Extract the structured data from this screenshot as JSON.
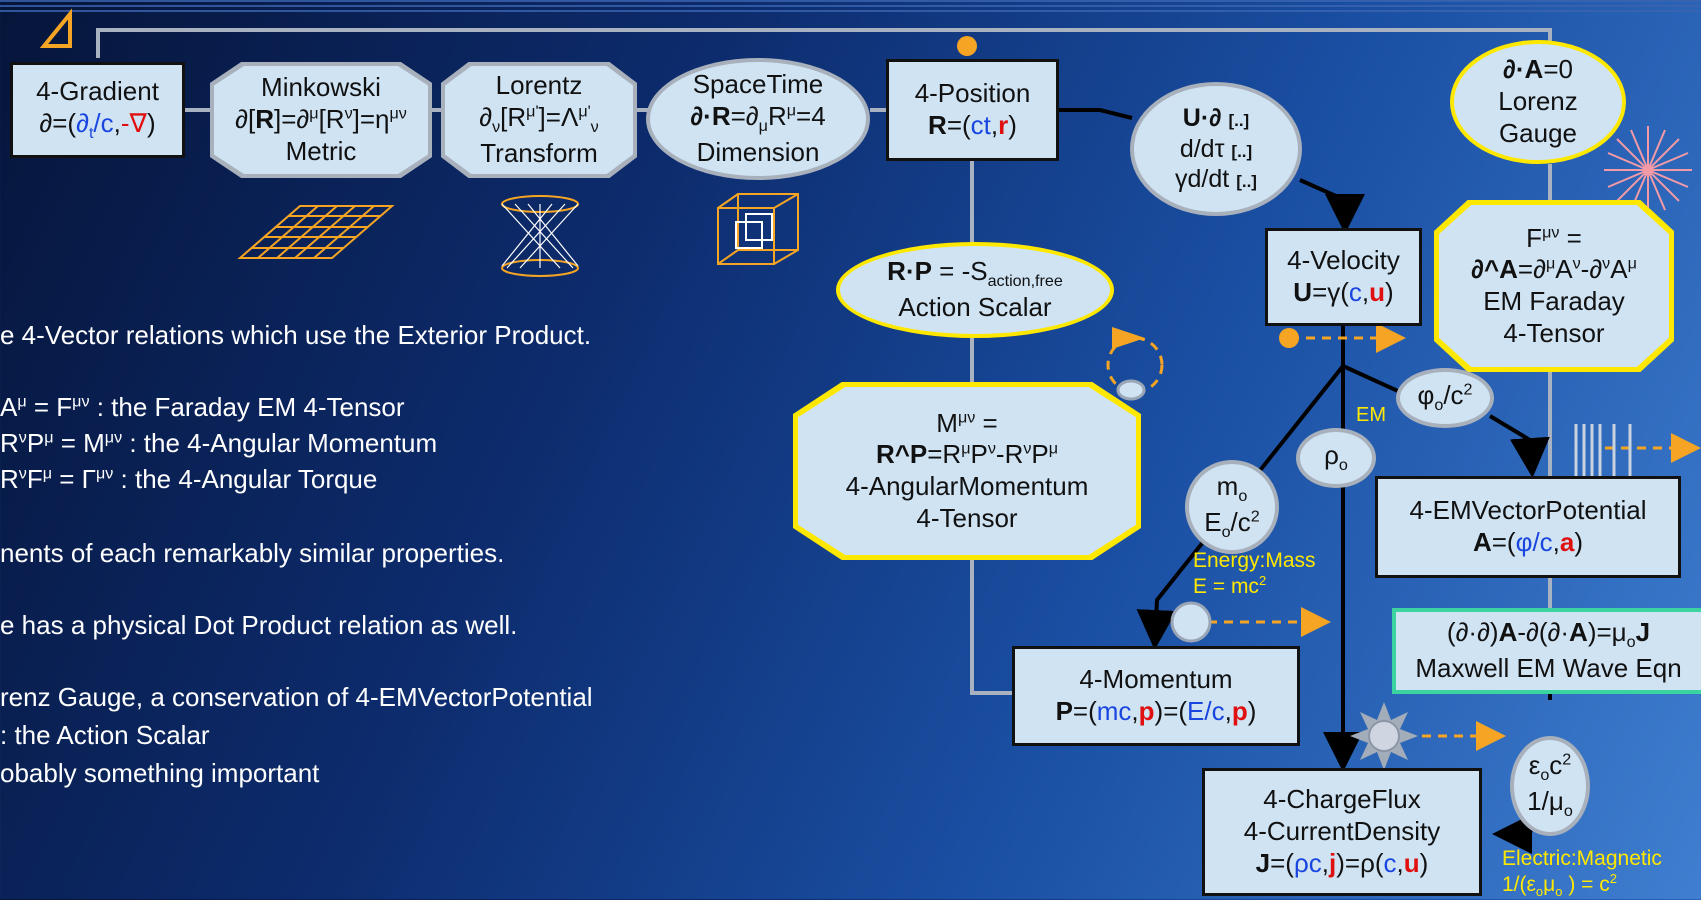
{
  "colors": {
    "background": "#0d2c6e",
    "node_fill": "#cfe3f3",
    "highlight_yellow": "#ffe800",
    "dashed_orange": "#f5a523",
    "text_white": "#ffffff",
    "wave_green": "#3bd3a0",
    "blue_text": "#1a46e0",
    "red_text": "#e01010"
  },
  "icons": [
    "delta-triangle-icon",
    "grid-plane-icon",
    "hyperboloid-icon",
    "tesseract-cube-icon",
    "starburst-icon",
    "plane-wave-lines-icon",
    "orange-dot-icon"
  ],
  "nodes": {
    "gradient": {
      "line1": "4-Gradient",
      "l2_pre": "∂=(",
      "l2_dt": "∂",
      "l2_t": "t",
      "l2_c": "/c",
      "l2_comma": ",",
      "l2_minus": "-∇",
      "l2_post": ")"
    },
    "minkowski": {
      "line1": "Minkowski",
      "l2_pre": "∂[",
      "l2_R": "R",
      "l2_mid": "]=∂",
      "l2_mu": "μ",
      "l2_b": "[R",
      "l2_nu": "ν",
      "l2_eq": "]=η",
      "l2_munu": "μν",
      "line3": "Metric"
    },
    "lorentz": {
      "line1": "Lorentz",
      "l2_d": "∂",
      "l2_nu": "ν",
      "l2_a": "[R",
      "l2_mu": "μ'",
      "l2_b": "]=Λ",
      "l2_sup": "μ'",
      "l2_sub": "ν",
      "line3": "Transform"
    },
    "spacetime": {
      "line1": "SpaceTime",
      "l2_a": "∂·",
      "l2_R": "R",
      "l2_b": "=∂",
      "l2_mu": "μ",
      "l2_c": "R",
      "l2_sup": "μ",
      "l2_d": "=4",
      "line3": "Dimension"
    },
    "position": {
      "line1": "4-Position",
      "l2_R": "R",
      "l2_open": "=(",
      "l2_ct": "ct",
      "l2_comma": ",",
      "l2_r": "r",
      "l2_close": ")"
    },
    "velocity_ops": {
      "l1_U": "U",
      "l1_rest": "·∂",
      "l1_br": "[..]",
      "l2": "d/dτ",
      "l2_br": "[..]",
      "l3": "γd/dt",
      "l3_br": "[..]"
    },
    "velocity": {
      "line1": "4-Velocity",
      "l2_U": "U",
      "l2_open": "=γ(",
      "l2_c": "c",
      "l2_comma": ",",
      "l2_u": "u",
      "l2_close": ")"
    },
    "lorenz_gauge": {
      "l1_a": "∂·",
      "l1_A": "A",
      "l1_b": "=0",
      "line2": "Lorenz",
      "line3": "Gauge"
    },
    "faraday": {
      "l1_F": "F",
      "l1_sup": "μν",
      "l1_eq": " =",
      "l2_a": "∂^A",
      "l2_b": "=∂",
      "l2_mu": "μ",
      "l2_c": "A",
      "l2_nu": "ν",
      "l2_d": "-∂",
      "l2_nu2": "ν",
      "l2_e": "A",
      "l2_mu2": "μ",
      "line3": "EM Faraday",
      "line4": "4-Tensor"
    },
    "action": {
      "l1_RP": "R·P",
      "l1_eq": " = -S",
      "l1_sub": "action,free",
      "line2": "Action Scalar"
    },
    "angmom": {
      "l1_M": "M",
      "l1_sup": "μν",
      "l1_eq": " =",
      "l2_RP": "R^P",
      "l2_a": "=R",
      "l2_mu": "μ",
      "l2_b": "P",
      "l2_nu": "ν",
      "l2_c": "-R",
      "l2_nu2": "ν",
      "l2_d": "P",
      "l2_mu2": "μ",
      "line3": "4-AngularMomentum",
      "line4": "4-Tensor"
    },
    "phi": {
      "l1_a": "φ",
      "l1_sub": "o",
      "l1_b": "/c",
      "l1_sup": "2"
    },
    "rho": {
      "l1_a": "ρ",
      "l1_sub": "o"
    },
    "mass": {
      "l1_a": "m",
      "l1_sub": "o",
      "l2_a": "E",
      "l2_sub": "o",
      "l2_b": "/c",
      "l2_sup": "2"
    },
    "potential": {
      "line1": "4-EMVectorPotential",
      "l2_A": "A",
      "l2_open": "=(",
      "l2_phi": "φ/c",
      "l2_comma": ",",
      "l2_a": "a",
      "l2_close": ")"
    },
    "maxwell": {
      "l1_a": "(∂·∂)",
      "l1_A": "A",
      "l1_b": "-∂(∂·",
      "l1_A2": "A",
      "l1_c": ")=μ",
      "l1_sub": "o",
      "l1_J": "J",
      "line2": "Maxwell EM Wave Eqn"
    },
    "momentum": {
      "line1": "4-Momentum",
      "l2_P": "P",
      "l2_open": "=(",
      "l2_mc": "mc",
      "l2_comma": ",",
      "l2_p": "p",
      "l2_mid": ")=(",
      "l2_Ec": "E/c",
      "l2_comma2": ",",
      "l2_p2": "p",
      "l2_close": ")"
    },
    "epsilon": {
      "l1_a": "ε",
      "l1_sub": "o",
      "l1_b": "c",
      "l1_sup": "2",
      "l2_a": "1/μ",
      "l2_sub": "o"
    },
    "chargeflux": {
      "line1": "4-ChargeFlux",
      "line2": "4-CurrentDensity",
      "l3_J": "J",
      "l3_open": "=(",
      "l3_rc": "ρc",
      "l3_comma": ",",
      "l3_j": "j",
      "l3_mid": ")=ρ(",
      "l3_c": "c",
      "l3_comma2": ",",
      "l3_u": "u",
      "l3_close": ")"
    }
  },
  "labels": {
    "em": "EM",
    "energy_mass_1": "Energy:Mass",
    "energy_mass_2a": "E = mc",
    "energy_mass_2sup": "2",
    "electric_magnetic_1": "Electric:Magnetic",
    "electric_magnetic_2a": "1/(ε",
    "electric_magnetic_2sub": "o",
    "electric_magnetic_2b": "μ",
    "electric_magnetic_2sub2": "o",
    "electric_magnetic_2c": " ) = c",
    "electric_magnetic_2sup": "2"
  },
  "text_block": {
    "l1": "e 4-Vector relations which use the Exterior Product.",
    "l2a": "A",
    "l2sup": "μ",
    "l2b": " = F",
    "l2sup2": "μν",
    "l2c": " : the Faraday EM 4-Tensor",
    "l3a": "R",
    "l3sup": "ν",
    "l3b": "P",
    "l3sup2": "μ",
    "l3c": " = M",
    "l3sup3": "μν",
    "l3d": " : the 4-Angular Momentum",
    "l4a": "R",
    "l4sup": "ν",
    "l4b": "F",
    "l4sup2": "μ",
    "l4c": " = Γ",
    "l4sup3": "μν",
    "l4d": " : the 4-Angular Torque",
    "l5": "nents of each remarkably similar properties.",
    "l6": "e has a physical Dot Product relation as well.",
    "l7": "renz Gauge, a conservation of 4-EMVectorPotential",
    "l8": " :  the Action Scalar",
    "l9": "obably something important"
  }
}
